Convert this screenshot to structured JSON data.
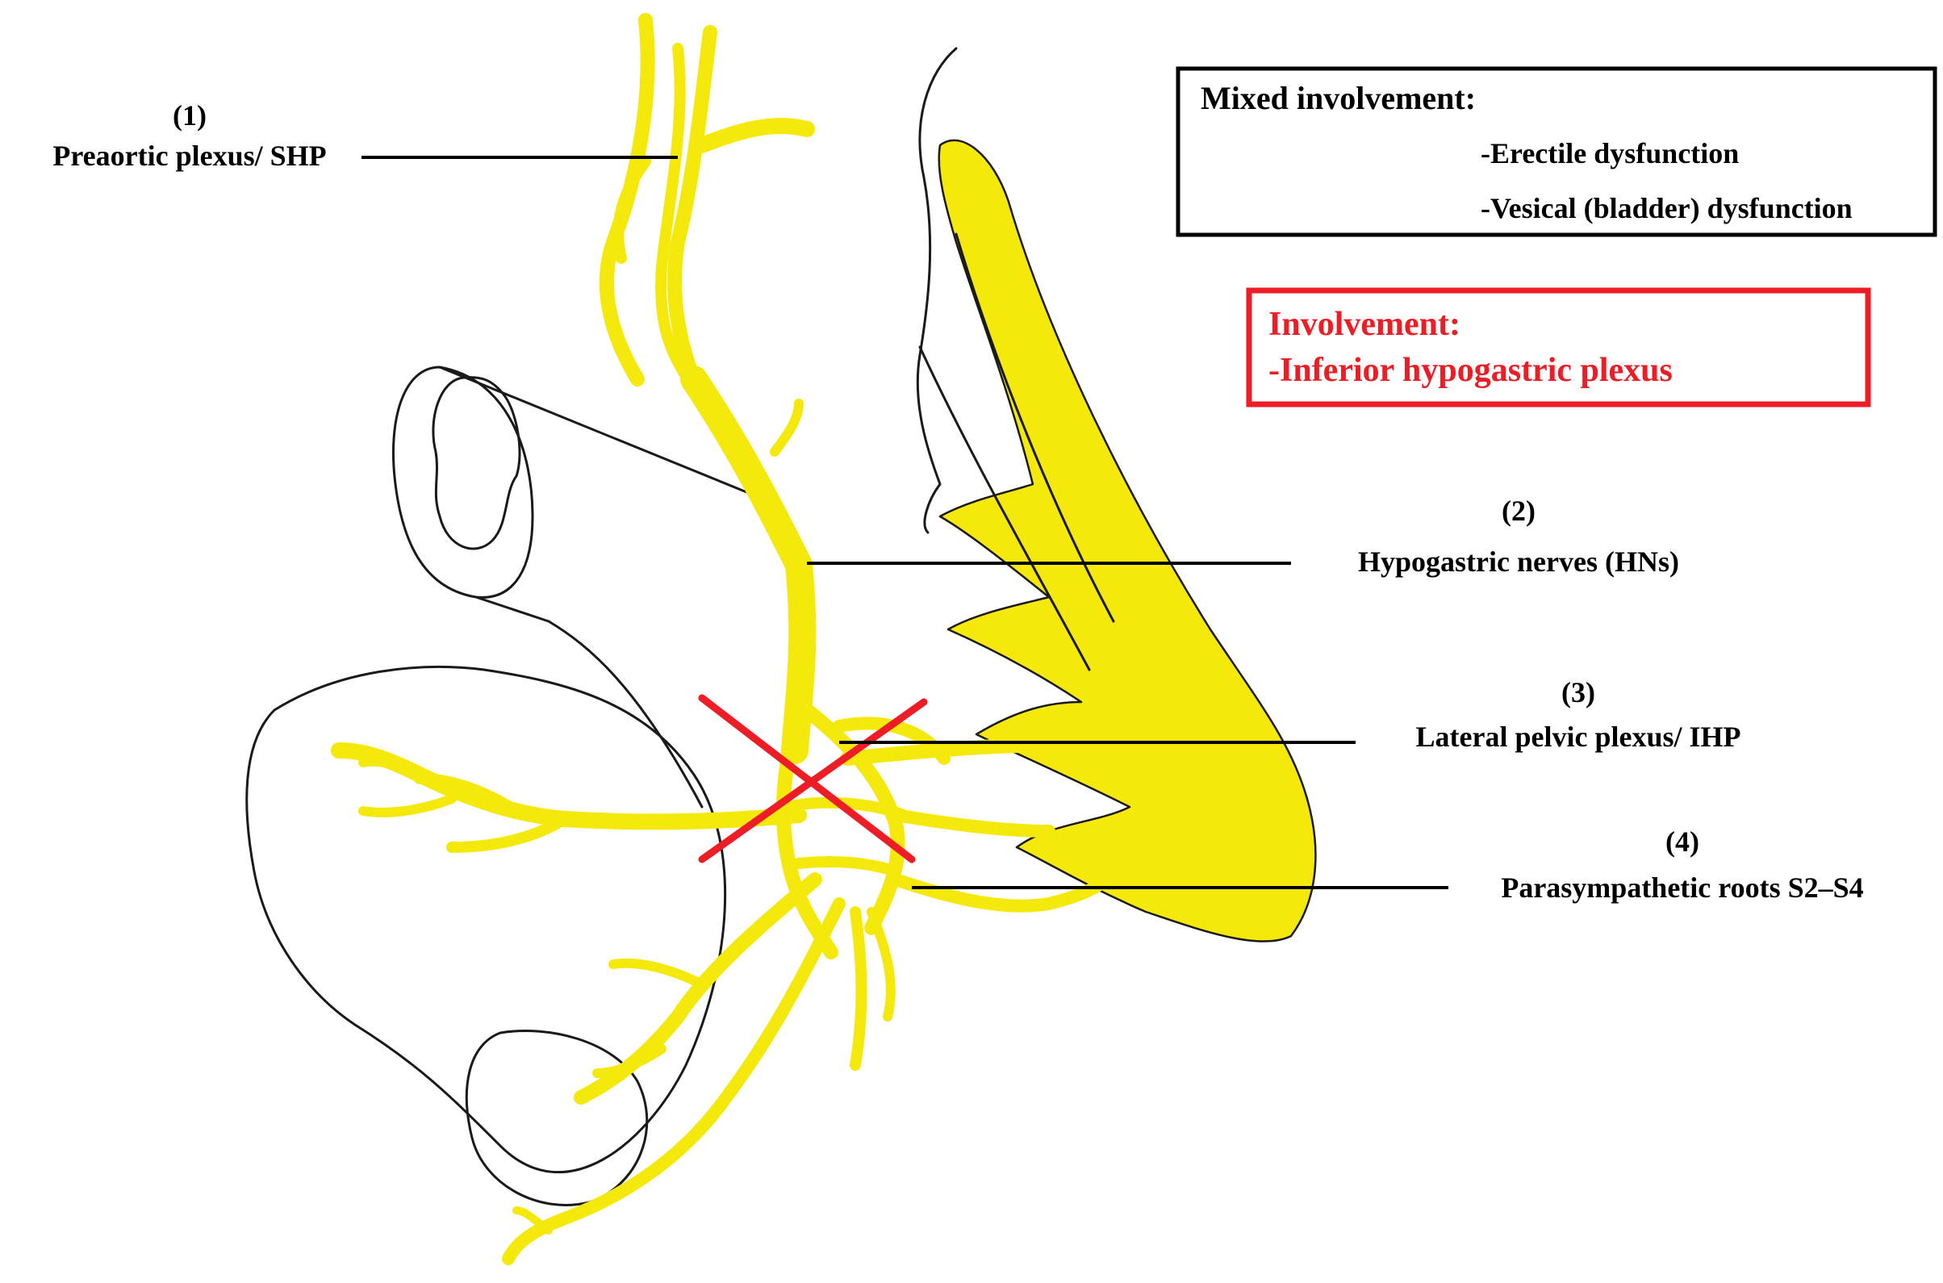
{
  "labels": {
    "preaortic_num": "(1)",
    "preaortic_text": "Preaortic plexus/ SHP",
    "hypogastric_num": "(2)",
    "hypogastric_text": "Hypogastric nerves (HNs)",
    "lateral_num": "(3)",
    "lateral_text": "Lateral pelvic plexus/ IHP",
    "parasymp_num": "(4)",
    "parasymp_text": "Parasympathetic roots S2–S4"
  },
  "mixed_box": {
    "title": "Mixed involvement:",
    "items": [
      "-Erectile dysfunction",
      "-Vesical (bladder) dysfunction"
    ]
  },
  "red_box": {
    "title": "Involvement:",
    "item": "-Inferior hypogastric plexus"
  },
  "colors": {
    "nerve_yellow": "#f5e90c",
    "highlight_red": "#ee1c25",
    "outline": "#1a1a1a"
  },
  "markers": {
    "lesion_marker": "red-x-cross"
  }
}
